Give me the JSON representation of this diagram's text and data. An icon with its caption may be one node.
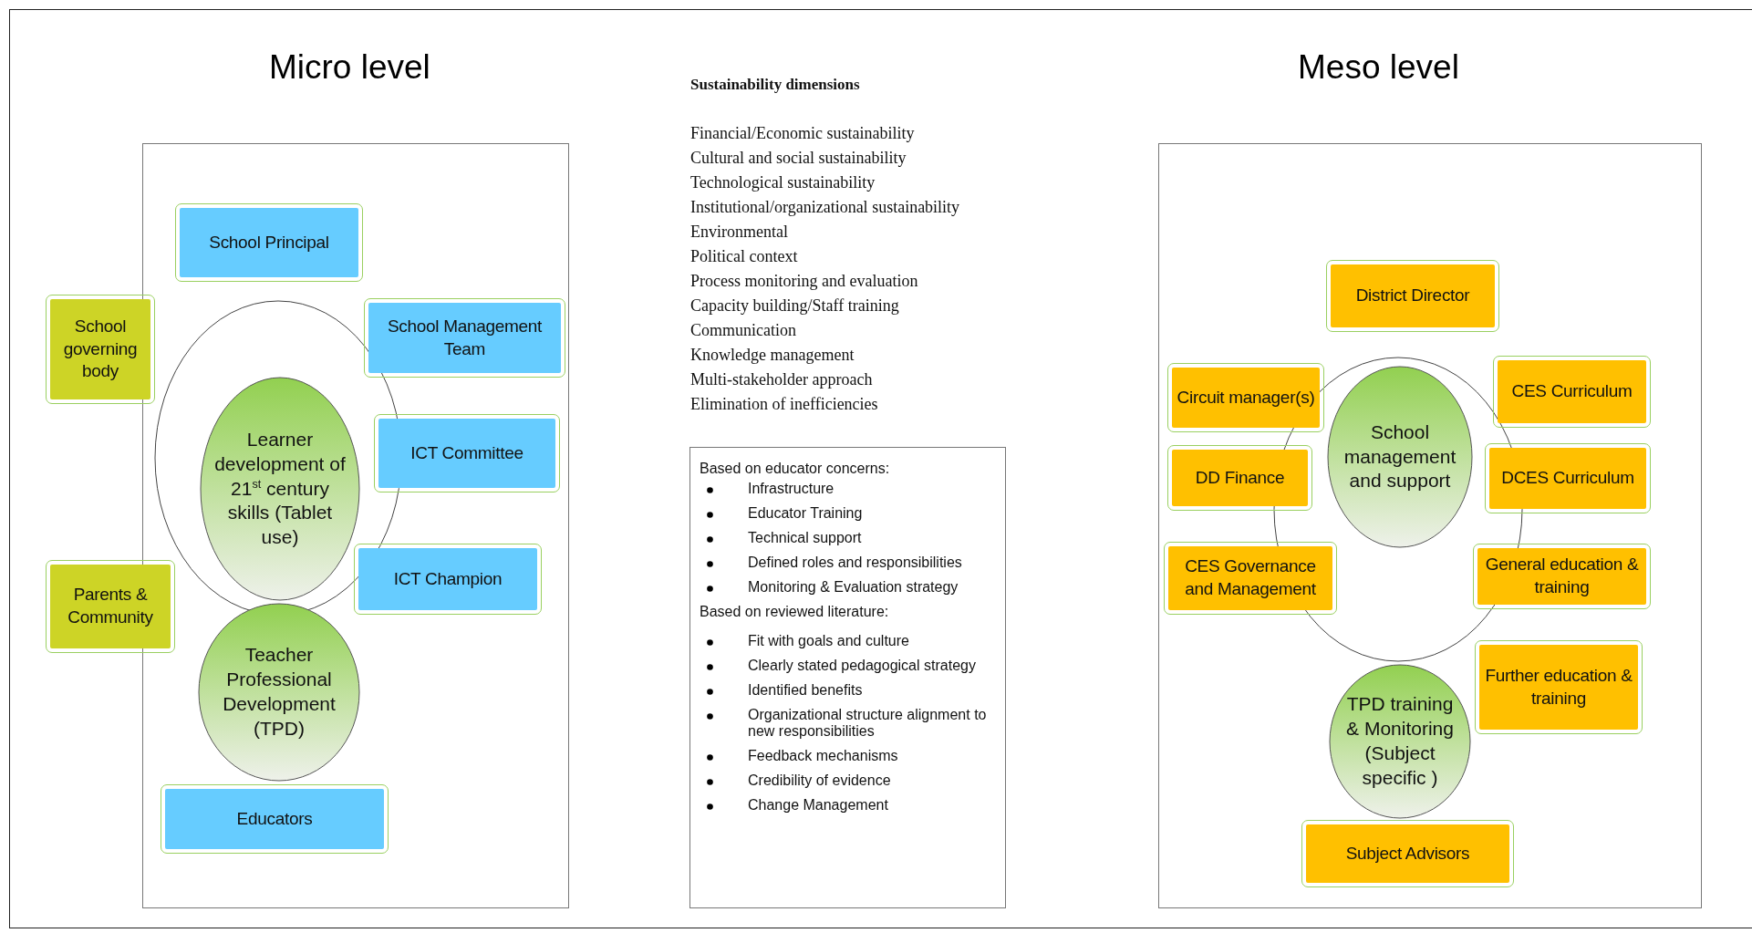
{
  "diagram": {
    "nodes": [
      {
        "text": [
          "Micro level"
        ]
      },
      {
        "text": [],
        "shape": "circle",
        "in": 0
      },
      {
        "text": [
          "School Principal"
        ],
        "in": 0
      },
      {
        "text": [
          "School Management Team"
        ],
        "in": 0
      },
      {
        "text": [
          "ICT Committee"
        ],
        "in": 0
      },
      {
        "text": [
          "ICT Champion"
        ],
        "in": 0
      },
      {
        "text": [
          "Learner development of 21$^{st}$ century skills (Tablet use)"
        ],
        "in": 1
      },
      {
        "text": [
          "Teacher Professional Development (TPD)"
        ],
        "in": 0
      },
      {
        "text": [
          "Educators"
        ],
        "in": 0
      },
      {
        "text": [
          "School governing body"
        ]
      },
      {
        "text": [
          "Parents & Community"
        ]
      },
      {
        "text": [
          "Based on educator concerns:",
          "Infrastructure",
          "Educator Training",
          "Technical support",
          "Defined roles and responsibilities",
          "Monitoring & Evaluation strategy",
          "Based on reviewed literature:",
          "Fit with goals and culture",
          "Clearly stated pedagogical strategy",
          "Identified benefits",
          "Organizational structure alignment to new responsibilities",
          "Feedback mechanisms",
          "Credibility of evidence",
          "Change Management"
        ]
      },
      {
        "text": [
          "Meso level"
        ]
      },
      {
        "text": [],
        "shape": "circle",
        "in": 12
      },
      {
        "text": [
          "District Director"
        ],
        "in": 12
      },
      {
        "text": [
          "Circuit manager(s)"
        ],
        "in": 12
      },
      {
        "text": [
          "School management and support"
        ],
        "in": 13
      },
      {
        "text": [
          "CES Curriculum"
        ],
        "in": 12
      },
      {
        "text": [
          "DD Finance"
        ],
        "in": 12
      },
      {
        "text": [
          "DCES Curriculum"
        ],
        "in": 12
      },
      {
        "text": [
          "CES Governance and Management"
        ],
        "in": 12
      },
      {
        "text": [
          "General education & training"
        ],
        "in": 12
      },
      {
        "text": [
          "TPD training & Monitoring (Subject specific )"
        ],
        "in": 12
      },
      {
        "text": [
          "Further education & training"
        ],
        "in": 12
      },
      {
        "text": [
          "Subject Advisors"
        ],
        "in": 12
      }
    ],
    "edges": [],
    "labels": [
      "Sustainability dimensions",
      "Financial/Economic sustainability",
      "Cultural and social sustainability",
      "Technological sustainability",
      "Institutional/organizational sustainability",
      "Environmental",
      "Political context",
      "Process monitoring and evaluation",
      "Capacity building/Staff training",
      "Communication",
      "Knowledge management",
      "Multi-stakeholder approach",
      "Elimination of  inefficiencies"
    ]
  }
}
